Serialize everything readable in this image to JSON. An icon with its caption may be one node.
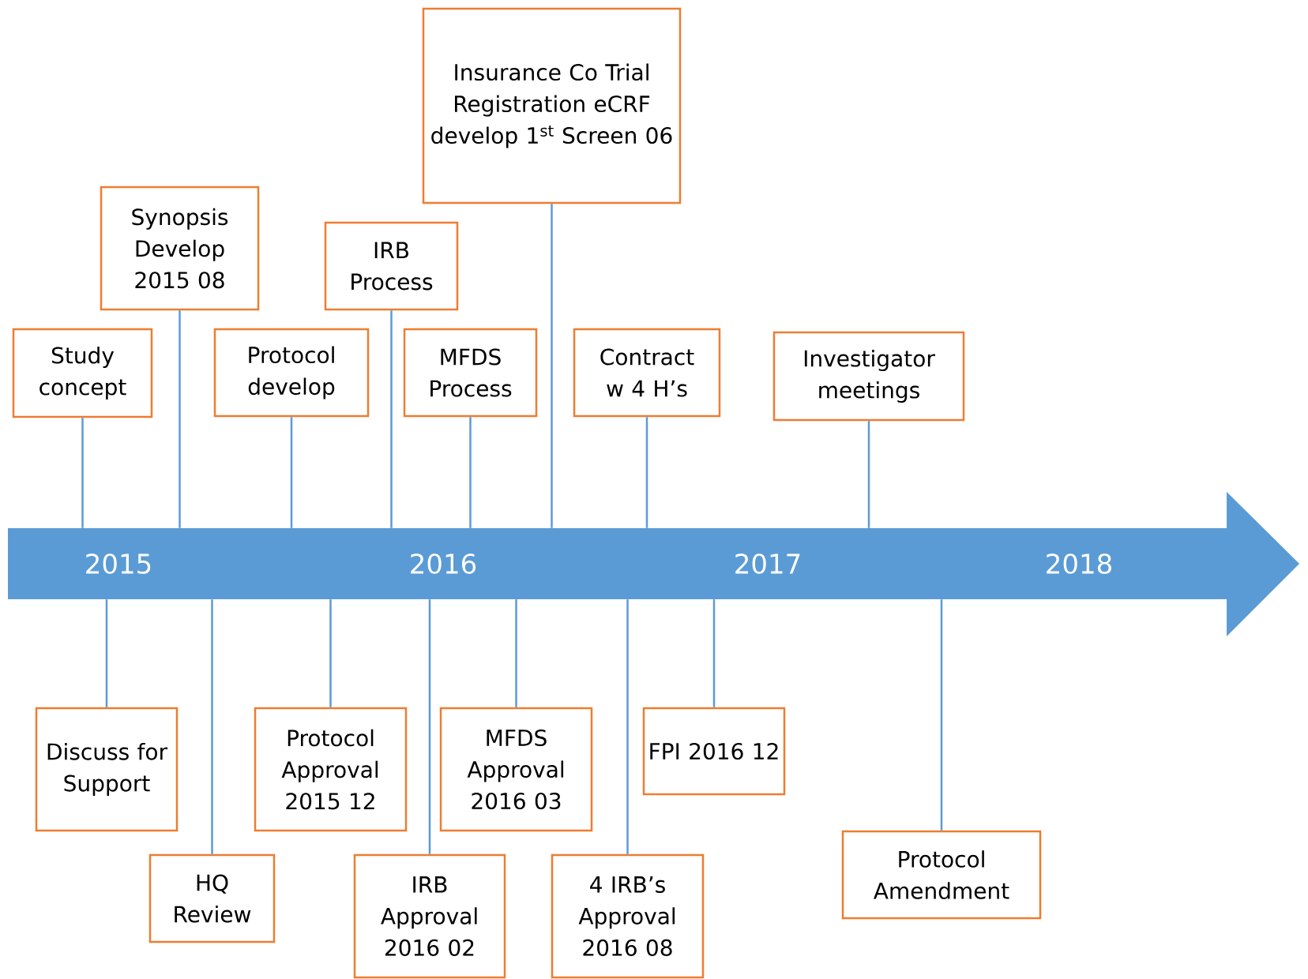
{
  "diagram": {
    "nodes": [
      {
        "text": [
          "Study concept"
        ]
      },
      {
        "text": [
          "Synopsis Develop 2015 08"
        ]
      },
      {
        "text": [
          "Protocol develop"
        ]
      },
      {
        "text": [
          "IRB Process"
        ]
      },
      {
        "text": [
          "Insurance Co Trial Registration eCRF develop 1$^{st}$ Screen 06"
        ]
      },
      {
        "text": [
          "MFDS Process"
        ]
      },
      {
        "text": [
          "Contract w 4 H’s"
        ]
      },
      {
        "text": [
          "Investigator meetings"
        ]
      },
      {
        "text": [
          "Discuss for Support"
        ]
      },
      {
        "text": [
          "HQ Review"
        ]
      },
      {
        "text": [
          "Protocol Approval 2015 12"
        ]
      },
      {
        "text": [
          "IRB Approval 2016 02"
        ]
      },
      {
        "text": [
          "MFDS Approval 2016 03"
        ]
      },
      {
        "text": [
          "4 IRB’s Approval 2016 08"
        ]
      },
      {
        "text": [
          "FPI 2016 12"
        ]
      },
      {
        "text": [
          "Protocol Amendment"
        ]
      },
      {
        "text": [
          "2015",
          "2016",
          "2017",
          "2018"
        ]
      }
    ],
    "edges": [
      {
        "from": 0,
        "to": 16,
        "arrow": "none"
      },
      {
        "from": 1,
        "to": 16,
        "arrow": "none"
      },
      {
        "from": 2,
        "to": 16,
        "arrow": "none"
      },
      {
        "from": 3,
        "to": 16,
        "arrow": "none"
      },
      {
        "from": 4,
        "to": 16,
        "arrow": "none"
      },
      {
        "from": 5,
        "to": 16,
        "arrow": "none"
      },
      {
        "from": 6,
        "to": 16,
        "arrow": "none"
      },
      {
        "from": 7,
        "to": 16,
        "arrow": "none"
      },
      {
        "from": 8,
        "to": 16,
        "arrow": "none"
      },
      {
        "from": 9,
        "to": 16,
        "arrow": "none"
      },
      {
        "from": 10,
        "to": 16,
        "arrow": "none"
      },
      {
        "from": 11,
        "to": 16,
        "arrow": "none"
      },
      {
        "from": 12,
        "to": 16,
        "arrow": "none"
      },
      {
        "from": 13,
        "to": 16,
        "arrow": "none"
      },
      {
        "from": 14,
        "to": 16,
        "arrow": "none"
      },
      {
        "from": 15,
        "to": 16,
        "arrow": "none"
      }
    ]
  }
}
